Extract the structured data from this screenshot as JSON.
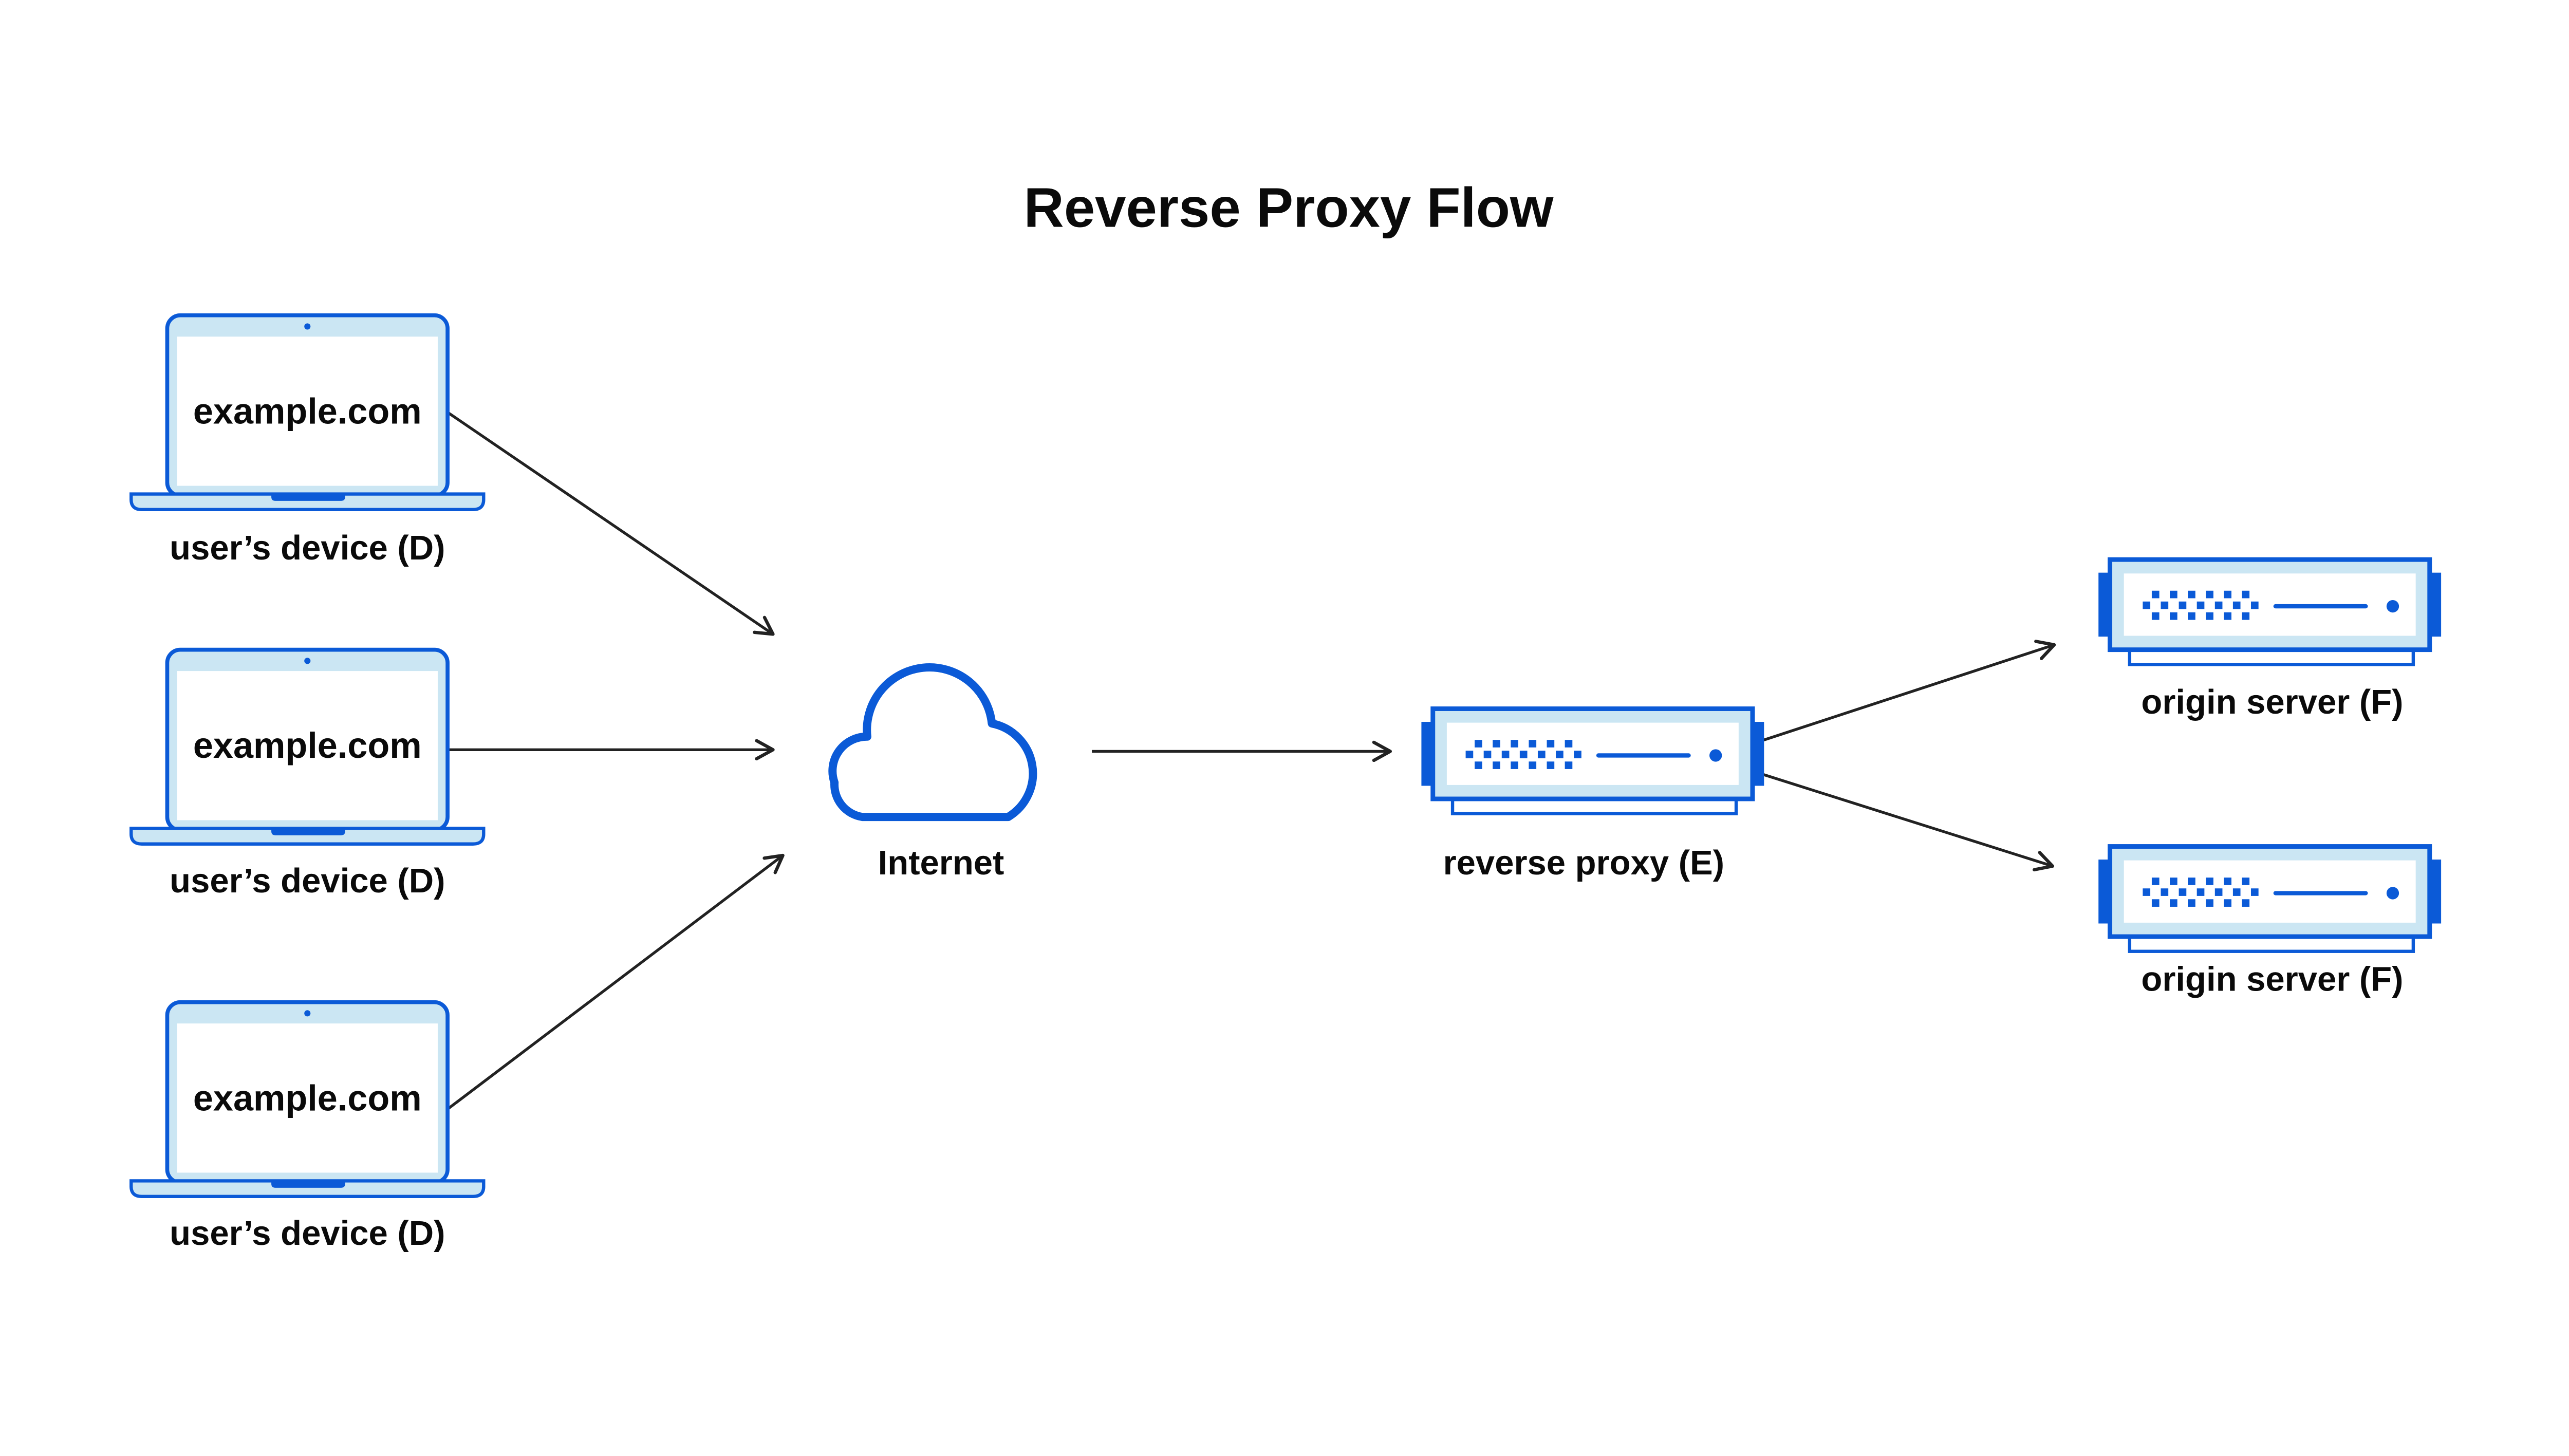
{
  "title": "Reverse Proxy Flow",
  "colors": {
    "primary_blue": "#0B5AD7",
    "light_blue": "#CBE6F3",
    "panel_white": "#FFFFFF",
    "arrow_black": "#222222",
    "text_black": "#0A0A0A",
    "background": "#FFFFFF"
  },
  "icons": {
    "device": "laptop-icon",
    "internet": "cloud-icon",
    "proxy": "server-icon",
    "origin": "server-icon",
    "connector": "arrowhead-icon"
  },
  "devices": [
    {
      "screen_text": "example.com",
      "label": "user’s device (D)"
    },
    {
      "screen_text": "example.com",
      "label": "user’s device (D)"
    },
    {
      "screen_text": "example.com",
      "label": "user’s device (D)"
    }
  ],
  "internet": {
    "label": "Internet"
  },
  "reverse_proxy": {
    "label": "reverse proxy (E)"
  },
  "origin_servers": [
    {
      "label": "origin server (F)"
    },
    {
      "label": "origin server (F)"
    }
  ]
}
